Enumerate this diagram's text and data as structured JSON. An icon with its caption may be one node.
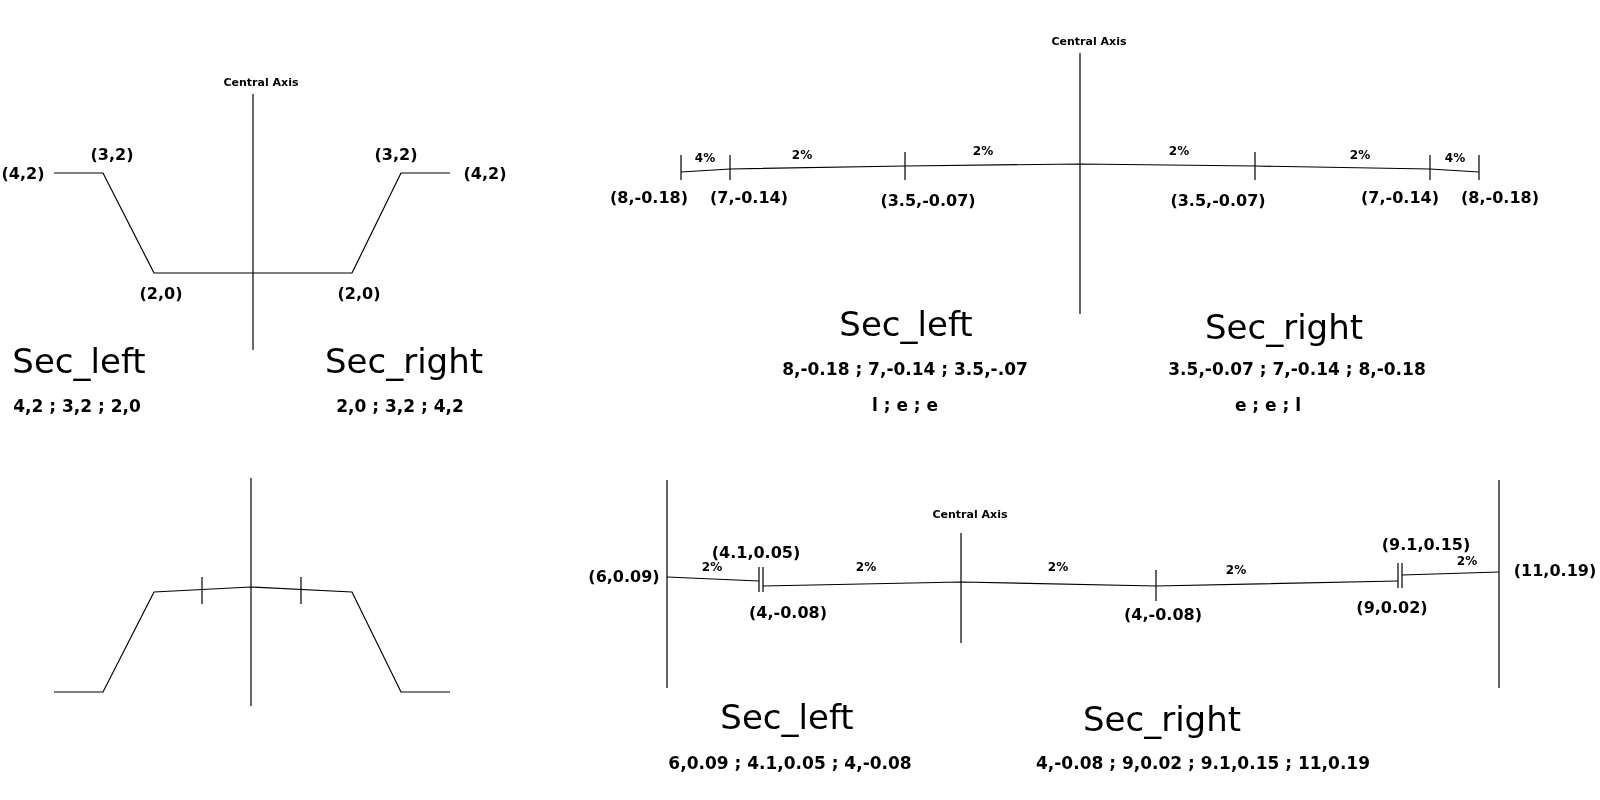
{
  "diagram": {
    "labels": [
      "Central Axis",
      "(4,2)",
      "(3,2)",
      "(3,2)",
      "(4,2)",
      "(2,0)",
      "(2,0)",
      "Sec_left",
      "Sec_right",
      "4,2 ; 3,2 ; 2,0",
      "2,0 ; 3,2 ; 4,2",
      "Central Axis",
      "4%",
      "2%",
      "2%",
      "2%",
      "2%",
      "4%",
      "(8,-0.18)",
      "(7,-0.14)",
      "(3.5,-0.07)",
      "(3.5,-0.07)",
      "(7,-0.14)",
      "(8,-0.18)",
      "Sec_left",
      "Sec_right",
      "8,-0.18 ; 7,-0.14 ; 3.5,-.07",
      "3.5,-0.07 ; 7,-0.14 ; 8,-0.18",
      "l ; e ; e",
      "e ; e ; l",
      "Central Axis",
      "(6,0.09)",
      "2%",
      "(4.1,0.05)",
      "2%",
      "(4,-0.08)",
      "2%",
      "(4,-0.08)",
      "2%",
      "(9.1,0.15)",
      "2%",
      "(9,0.02)",
      "(11,0.19)",
      "Sec_left",
      "Sec_right",
      "6,0.09 ; 4.1,0.05 ; 4,-0.08",
      "4,-0.08 ; 9,0.02 ; 9.1,0.15 ; 11,0.19"
    ]
  }
}
